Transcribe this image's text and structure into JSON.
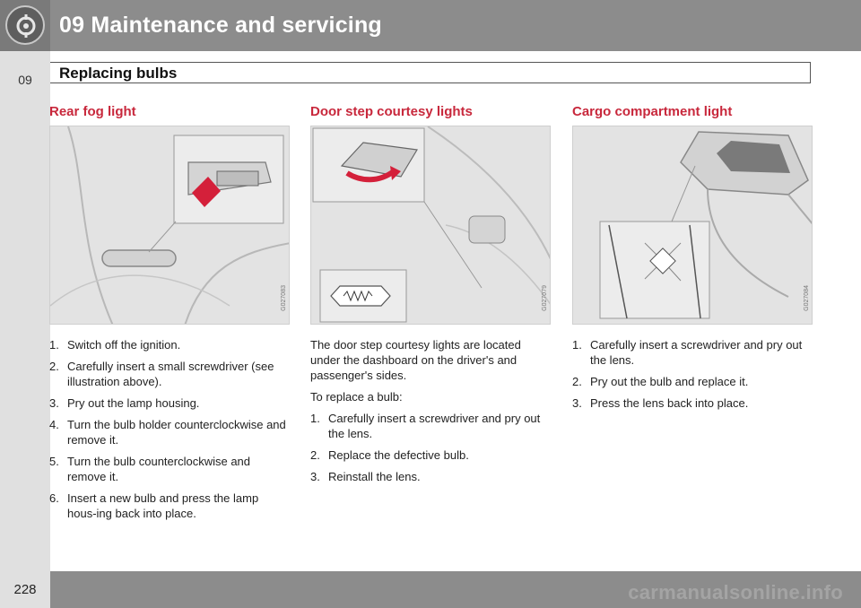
{
  "header": {
    "chapter_title": "09 Maintenance and servicing",
    "icon": "wrench-gear-icon"
  },
  "sidebar": {
    "chapter_number": "09"
  },
  "section": {
    "title": "Replacing bulbs"
  },
  "columns": [
    {
      "heading": "Rear fog light",
      "figure_code": "G027083",
      "intro": [],
      "steps": [
        {
          "num": "1.",
          "text": "Switch off the ignition."
        },
        {
          "num": "2.",
          "text": "Carefully insert a small screwdriver (see illustration above)."
        },
        {
          "num": "3.",
          "text": "Pry out the lamp housing."
        },
        {
          "num": "4.",
          "text": "Turn the bulb holder counterclockwise and remove it."
        },
        {
          "num": "5.",
          "text": "Turn the bulb counterclockwise and remove it."
        },
        {
          "num": "6.",
          "text": "Insert a new bulb and press the lamp hous-ing back into place."
        }
      ]
    },
    {
      "heading": "Door step courtesy lights",
      "figure_code": "G027079",
      "intro": [
        "The door step courtesy lights are located under the dashboard on the driver's and passenger's sides.",
        "To replace a bulb:"
      ],
      "steps": [
        {
          "num": "1.",
          "text": "Carefully insert a screwdriver and pry out the lens."
        },
        {
          "num": "2.",
          "text": "Replace the defective bulb."
        },
        {
          "num": "3.",
          "text": "Reinstall the lens."
        }
      ]
    },
    {
      "heading": "Cargo compartment light",
      "figure_code": "G027084",
      "intro": [],
      "steps": [
        {
          "num": "1.",
          "text": "Carefully insert a screwdriver and pry out the lens."
        },
        {
          "num": "2.",
          "text": "Pry out the bulb and replace it."
        },
        {
          "num": "3.",
          "text": "Press the lens back into place."
        }
      ]
    }
  ],
  "footer": {
    "page_number": "228",
    "watermark": "carmanualsonline.info"
  },
  "colors": {
    "header_bg": "#8c8c8c",
    "sidebar_bg": "#e0e0e0",
    "heading_red": "#c8283c",
    "arrow_red": "#d4203a"
  }
}
